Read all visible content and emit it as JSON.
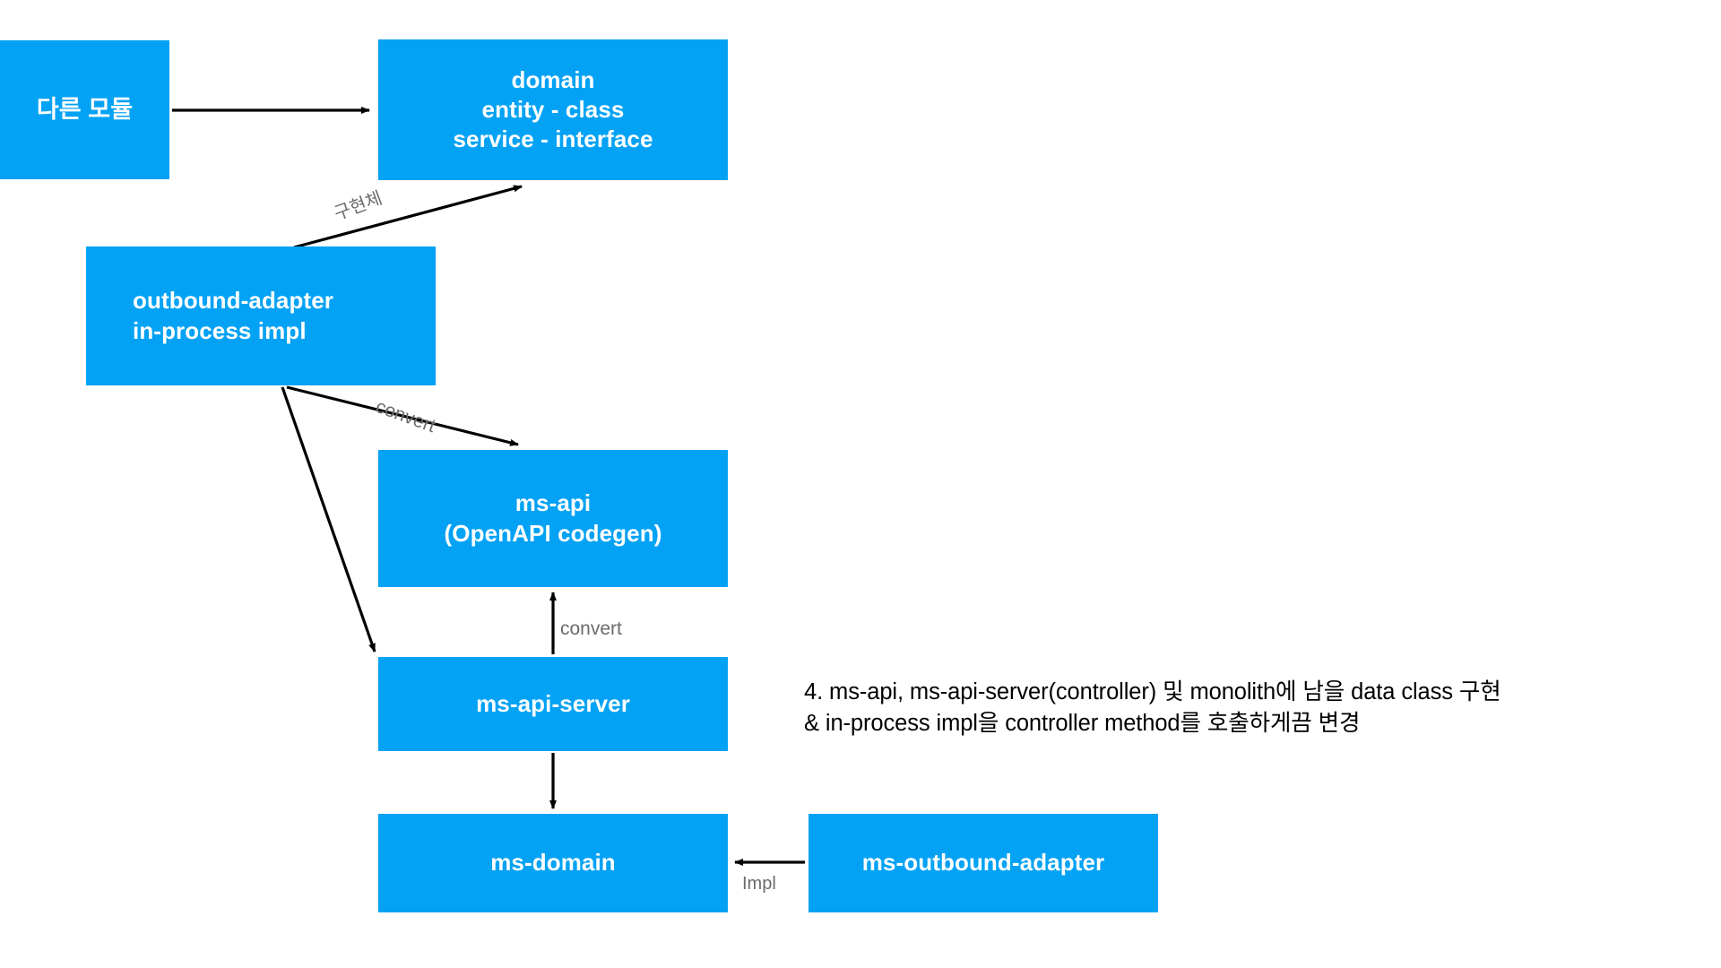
{
  "diagram": {
    "background_color": "#ffffff",
    "node_fill_color": "#03A2F4",
    "node_text_color": "#ffffff",
    "edge_color": "#000000",
    "edge_label_color": "#6b6b6b",
    "nodes": [
      {
        "id": "other-module",
        "lines": [
          "다른 모듈"
        ]
      },
      {
        "id": "domain",
        "lines": [
          "domain",
          "entity - class",
          "service - interface"
        ]
      },
      {
        "id": "outbound-adapter",
        "lines": [
          "outbound-adapter",
          "in-process impl"
        ]
      },
      {
        "id": "ms-api",
        "lines": [
          "ms-api",
          "(OpenAPI codegen)"
        ]
      },
      {
        "id": "ms-api-server",
        "lines": [
          "ms-api-server"
        ]
      },
      {
        "id": "ms-domain",
        "lines": [
          "ms-domain"
        ]
      },
      {
        "id": "ms-outbound-adapter",
        "lines": [
          "ms-outbound-adapter"
        ]
      }
    ],
    "edges": [
      {
        "id": "other-module-to-domain",
        "from": "other-module",
        "to": "domain",
        "label": ""
      },
      {
        "id": "outbound-adapter-to-domain",
        "from": "outbound-adapter",
        "to": "domain",
        "label": "구현체"
      },
      {
        "id": "outbound-adapter-to-ms-api",
        "from": "outbound-adapter",
        "to": "ms-api",
        "label": "convert"
      },
      {
        "id": "outbound-adapter-to-ms-api-server",
        "from": "outbound-adapter",
        "to": "ms-api-server",
        "label": ""
      },
      {
        "id": "ms-api-server-to-ms-api",
        "from": "ms-api-server",
        "to": "ms-api",
        "label": "convert"
      },
      {
        "id": "ms-api-server-to-ms-domain",
        "from": "ms-api-server",
        "to": "ms-domain",
        "label": ""
      },
      {
        "id": "ms-outbound-adapter-to-ms-domain",
        "from": "ms-outbound-adapter",
        "to": "ms-domain",
        "label": "Impl"
      }
    ]
  },
  "labels": {
    "gurhyeonche": "구현체",
    "convert_diagonal": "convert",
    "convert_vertical": "convert",
    "impl": "Impl"
  },
  "annotation": {
    "line1": "4. ms-api, ms-api-server(controller) 및 monolith에 남을 data class 구현",
    "line2": "& in-process impl을 controller method를 호출하게끔 변경",
    "full_text": "4. ms-api, ms-api-server(controller) 및 monolith에 남을 data class 구현 & in-process impl을 controller method를 호출하게끔 변경"
  }
}
